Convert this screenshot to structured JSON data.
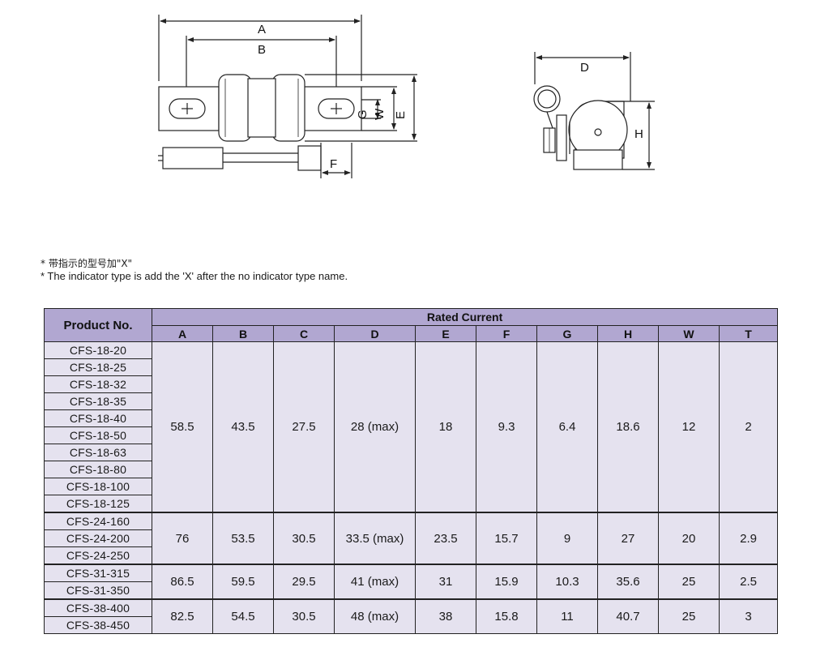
{
  "diagram": {
    "front": {
      "label_A": "A",
      "label_B": "B",
      "label_G": "G",
      "label_W": "W",
      "label_E": "E",
      "label_F": "F"
    },
    "side": {
      "label_D": "D",
      "label_H": "H"
    }
  },
  "notes": {
    "zh": "* 带指示的型号加\"X\"",
    "en": "* The indicator type is add the 'X' after the no indicator type name."
  },
  "table": {
    "product_header": "Product No.",
    "group_header": "Rated Current",
    "columns": [
      "A",
      "B",
      "C",
      "D",
      "E",
      "F",
      "G",
      "H",
      "W",
      "T"
    ],
    "groups": [
      {
        "products": [
          "CFS-18-20",
          "CFS-18-25",
          "CFS-18-32",
          "CFS-18-35",
          "CFS-18-40",
          "CFS-18-50",
          "CFS-18-63",
          "CFS-18-80",
          "CFS-18-100",
          "CFS-18-125"
        ],
        "values": [
          "58.5",
          "43.5",
          "27.5",
          "28 (max)",
          "18",
          "9.3",
          "6.4",
          "18.6",
          "12",
          "2"
        ]
      },
      {
        "products": [
          "CFS-24-160",
          "CFS-24-200",
          "CFS-24-250"
        ],
        "values": [
          "76",
          "53.5",
          "30.5",
          "33.5 (max)",
          "23.5",
          "15.7",
          "9",
          "27",
          "20",
          "2.9"
        ]
      },
      {
        "products": [
          "CFS-31-315",
          "CFS-31-350"
        ],
        "values": [
          "86.5",
          "59.5",
          "29.5",
          "41 (max)",
          "31",
          "15.9",
          "10.3",
          "35.6",
          "25",
          "2.5"
        ]
      },
      {
        "products": [
          "CFS-38-400",
          "CFS-38-450"
        ],
        "values": [
          "82.5",
          "54.5",
          "30.5",
          "48 (max)",
          "38",
          "15.8",
          "11",
          "40.7",
          "25",
          "3"
        ]
      }
    ]
  }
}
